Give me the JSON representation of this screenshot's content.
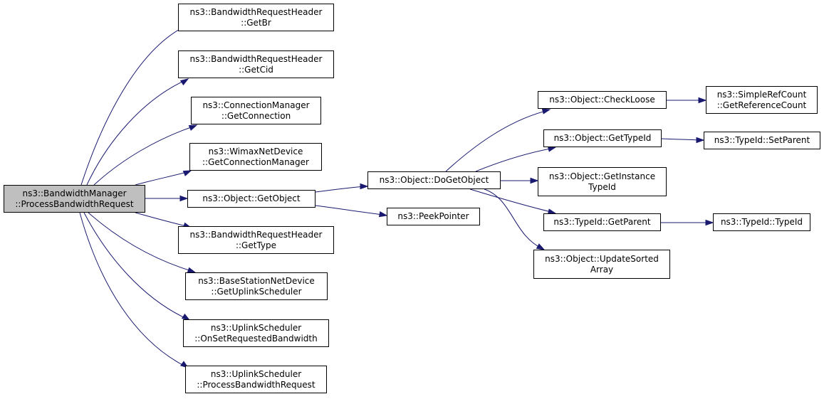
{
  "colors": {
    "edge": "#191970",
    "root_fill": "#bfbfbf",
    "node_fill": "#ffffff",
    "node_border": "#000000"
  },
  "nodes": {
    "root": [
      "ns3::BandwidthManager",
      "::ProcessBandwidthRequest"
    ],
    "getbr": [
      "ns3::BandwidthRequestHeader",
      "::GetBr"
    ],
    "getcid": [
      "ns3::BandwidthRequestHeader",
      "::GetCid"
    ],
    "getconnection": [
      "ns3::ConnectionManager",
      "::GetConnection"
    ],
    "getconnectionmanager": [
      "ns3::WimaxNetDevice",
      "::GetConnectionManager"
    ],
    "getobject": [
      "ns3::Object::GetObject"
    ],
    "gettype": [
      "ns3::BandwidthRequestHeader",
      "::GetType"
    ],
    "getuplinkscheduler": [
      "ns3::BaseStationNetDevice",
      "::GetUplinkScheduler"
    ],
    "onsetrequestedbandwidth": [
      "ns3::UplinkScheduler",
      "::OnSetRequestedBandwidth"
    ],
    "processbandwidthrequest": [
      "ns3::UplinkScheduler",
      "::ProcessBandwidthRequest"
    ],
    "dogetobject": [
      "ns3::Object::DoGetObject"
    ],
    "peekpointer": [
      "ns3::PeekPointer"
    ],
    "checkloose": [
      "ns3::Object::CheckLoose"
    ],
    "gettypeid": [
      "ns3::Object::GetTypeId"
    ],
    "getinstancetypeid": [
      "ns3::Object::GetInstance",
      "TypeId"
    ],
    "getparent": [
      "ns3::TypeId::GetParent"
    ],
    "updatesortedarray": [
      "ns3::Object::UpdateSorted",
      "Array"
    ],
    "getreferencecount": [
      "ns3::SimpleRefCount",
      "::GetReferenceCount"
    ],
    "setparent": [
      "ns3::TypeId::SetParent"
    ],
    "typeid": [
      "ns3::TypeId::TypeId"
    ]
  }
}
